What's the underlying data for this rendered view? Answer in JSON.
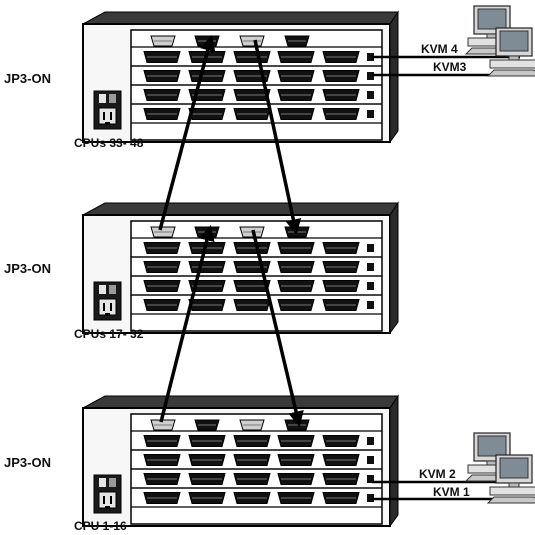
{
  "units": [
    {
      "jumper_label": "JP3-ON",
      "cpu_label": "CPUs 33- 48"
    },
    {
      "jumper_label": "JP3-ON",
      "cpu_label": "CPUs 17- 32"
    },
    {
      "jumper_label": "JP3-ON",
      "cpu_label": "CPU 1-16"
    }
  ],
  "kvm_links": {
    "top": [
      "KVM 4",
      "KVM3"
    ],
    "bottom": [
      "KVM 2",
      "KVM 1"
    ]
  }
}
